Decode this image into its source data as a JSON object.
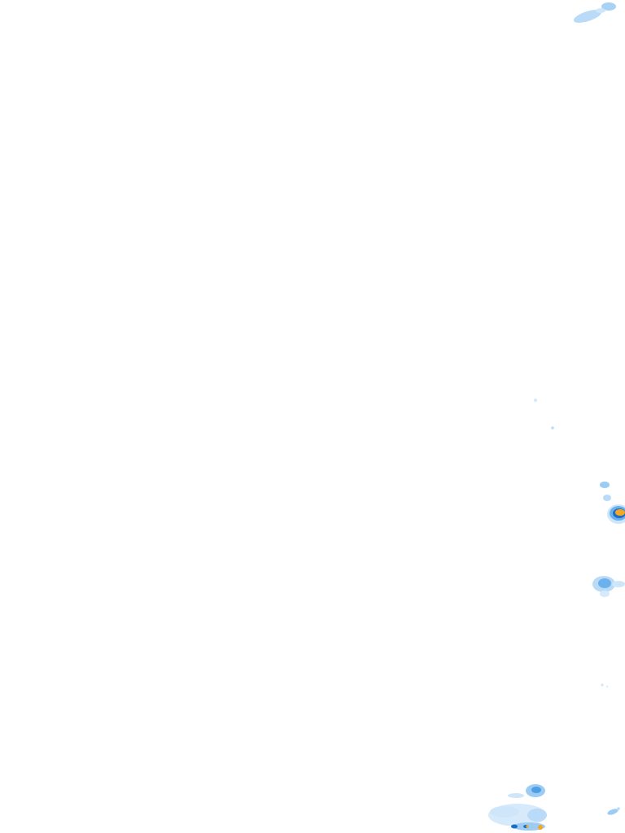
{
  "map": {
    "type": "precipitation-radar-tile",
    "background_color": "#ffffff",
    "palette": {
      "light_rain": "#cfe6fa",
      "moderate_rain": "#9ccbf3",
      "heavy_rain": "#4f9fe6",
      "very_heavy_rain": "#1c6fc8",
      "intense_core": "#f5a623"
    },
    "cells": [
      {
        "id": "cell-north-edge",
        "intensity": "moderate_rain"
      },
      {
        "id": "cell-east-mid",
        "intensity": "intense_core"
      },
      {
        "id": "cell-east-lower",
        "intensity": "heavy_rain"
      },
      {
        "id": "cell-south-cluster",
        "intensity": "intense_core"
      },
      {
        "id": "cell-south-east-fleck",
        "intensity": "moderate_rain"
      }
    ]
  }
}
